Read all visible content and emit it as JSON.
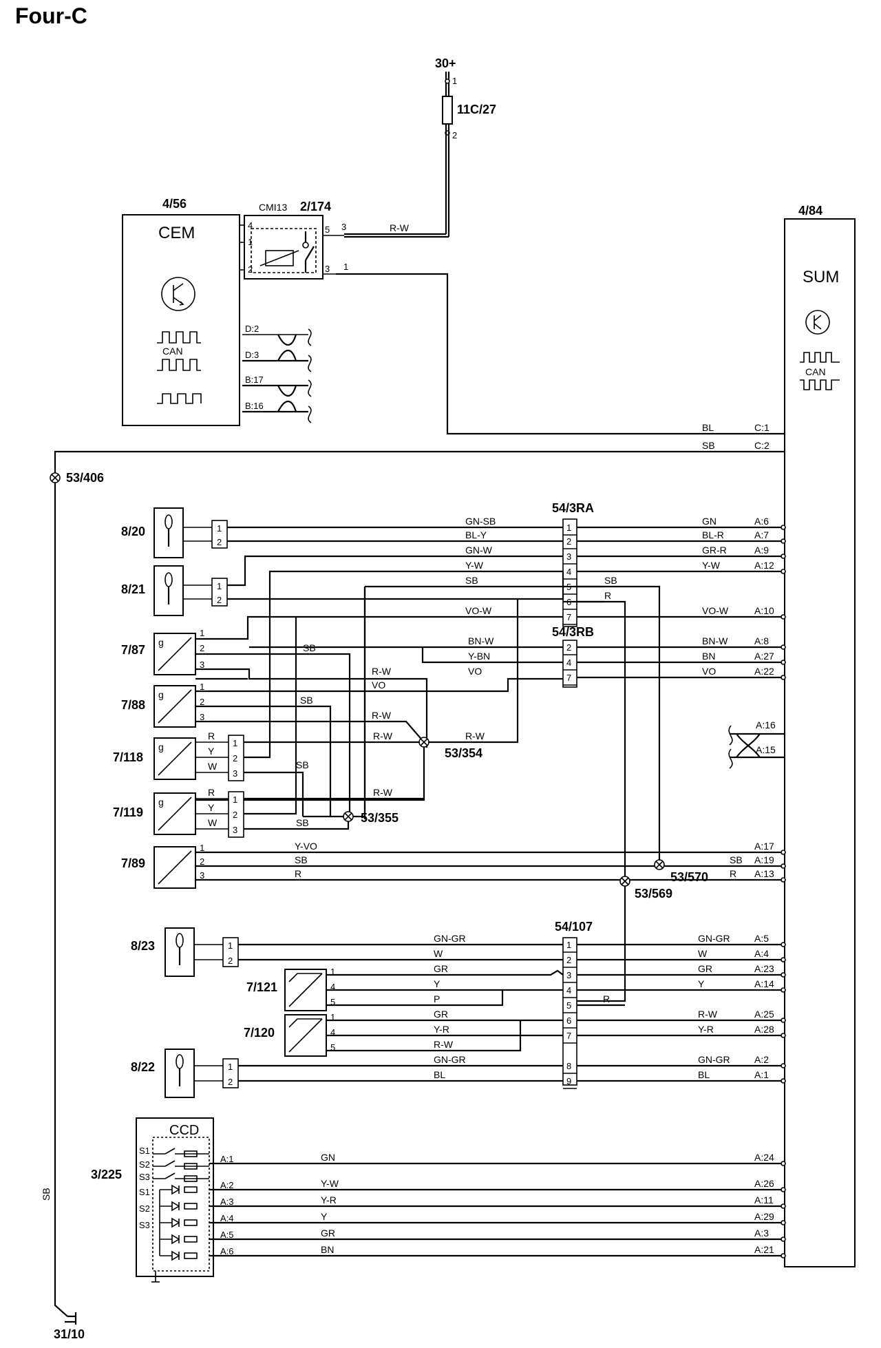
{
  "title": "Four-C",
  "supply": {
    "label": "30+",
    "fuse": "11C/27",
    "fuse_pin_top": "1",
    "fuse_pin_bottom": "2"
  },
  "cem": {
    "ref": "4/56",
    "name": "CEM",
    "can": "CAN",
    "ports": [
      "D:2",
      "D:3",
      "B:17",
      "B:16"
    ]
  },
  "relay": {
    "ref": "2/174",
    "code": "CMI13",
    "pins": [
      "4",
      "1",
      "2",
      "5",
      "3",
      "3",
      "1"
    ],
    "wire": "R-W"
  },
  "sum": {
    "ref": "4/84",
    "name": "SUM",
    "can": "CAN"
  },
  "sum_bus": [
    {
      "color": "BL",
      "pin": "C:1"
    },
    {
      "color": "SB",
      "pin": "C:2"
    }
  ],
  "splices": {
    "s406": "53/406",
    "s354": "53/354",
    "s355": "53/355",
    "s570": "53/570",
    "s569": "53/569"
  },
  "connectors": {
    "ra": "54/3RA",
    "rb": "54/3RB",
    "c107": "54/107"
  },
  "ra_pins": [
    "1",
    "2",
    "3",
    "4",
    "5",
    "6",
    "7"
  ],
  "rb_pins": [
    "2",
    "4",
    "7"
  ],
  "c107_pins": [
    "1",
    "2",
    "3",
    "4",
    "5",
    "6",
    "7",
    "8",
    "9"
  ],
  "ra_left": [
    "GN-SB",
    "BL-Y",
    "GN-W",
    "Y-W",
    "SB",
    "",
    "VO-W"
  ],
  "ra_right": [
    {
      "color": "GN",
      "pin": "A:6"
    },
    {
      "color": "BL-R",
      "pin": "A:7"
    },
    {
      "color": "GR-R",
      "pin": "A:9"
    },
    {
      "color": "Y-W",
      "pin": "A:12"
    },
    {
      "color": "SB",
      "pin": ""
    },
    {
      "color": "R",
      "pin": ""
    },
    {
      "color": "VO-W",
      "pin": "A:10"
    }
  ],
  "rb_left": [
    "BN-W",
    "Y-BN",
    "VO"
  ],
  "rb_right": [
    {
      "color": "BN-W",
      "pin": "A:8"
    },
    {
      "color": "BN",
      "pin": "A:27"
    },
    {
      "color": "VO",
      "pin": "A:22"
    }
  ],
  "twisted_pins": [
    "A:16",
    "A:15"
  ],
  "sensors": {
    "s820": "8/20",
    "s821": "8/21",
    "s787": "7/87",
    "s788": "7/88",
    "s7118": "7/118",
    "s7119": "7/119",
    "s789": "7/89",
    "s823": "8/23",
    "s7121": "7/121",
    "s7120": "7/120",
    "s822": "8/22",
    "g": "g"
  },
  "sensor_wires": {
    "s787": [
      "SB",
      "R-W"
    ],
    "s788": [
      "VO",
      "SB",
      "R-W"
    ],
    "s7118": [
      "R",
      "Y",
      "W",
      "R-W",
      "SB",
      "R-W"
    ],
    "s7119": [
      "R",
      "Y",
      "W",
      "R-W",
      "SB"
    ]
  },
  "s789_rows": [
    {
      "pin": "1",
      "color": "Y-VO",
      "right": "",
      "apin": "A:17"
    },
    {
      "pin": "2",
      "color": "SB",
      "right": "SB",
      "apin": "A:19"
    },
    {
      "pin": "3",
      "color": "R",
      "right": "R",
      "apin": "A:13"
    }
  ],
  "c107_left": [
    "GN-GR",
    "W",
    "GR",
    "Y",
    "P",
    "GR",
    "Y-R",
    "R-W",
    "GN-GR",
    "BL"
  ],
  "c107_right": [
    {
      "color": "GN-GR",
      "pin": "A:5"
    },
    {
      "color": "W",
      "pin": "A:4"
    },
    {
      "color": "GR",
      "pin": "A:23"
    },
    {
      "color": "Y",
      "pin": "A:14"
    },
    {
      "color": "R",
      "pin": ""
    },
    {
      "color": "R-W",
      "pin": "A:25"
    },
    {
      "color": "Y-R",
      "pin": "A:28"
    },
    {
      "color": "",
      "pin": ""
    },
    {
      "color": "GN-GR",
      "pin": "A:2"
    },
    {
      "color": "BL",
      "pin": "A:1"
    }
  ],
  "pot_pins": [
    "1",
    "4",
    "5"
  ],
  "ccd": {
    "ref": "3/225",
    "name": "CCD",
    "switch_labels": [
      "S1",
      "S2",
      "S3"
    ],
    "led_labels": [
      "S1",
      "S2",
      "S3"
    ],
    "rows": [
      {
        "pin": "A:1",
        "color": "GN",
        "apin": "A:24"
      },
      {
        "pin": "A:2",
        "color": "Y-W",
        "apin": "A:26"
      },
      {
        "pin": "A:3",
        "color": "Y-R",
        "apin": "A:11"
      },
      {
        "pin": "A:4",
        "color": "Y",
        "apin": "A:29"
      },
      {
        "pin": "A:5",
        "color": "GR",
        "apin": "A:3"
      },
      {
        "pin": "A:6",
        "color": "BN",
        "apin": "A:21"
      }
    ]
  },
  "ground": {
    "wire": "SB",
    "ref": "31/10"
  }
}
